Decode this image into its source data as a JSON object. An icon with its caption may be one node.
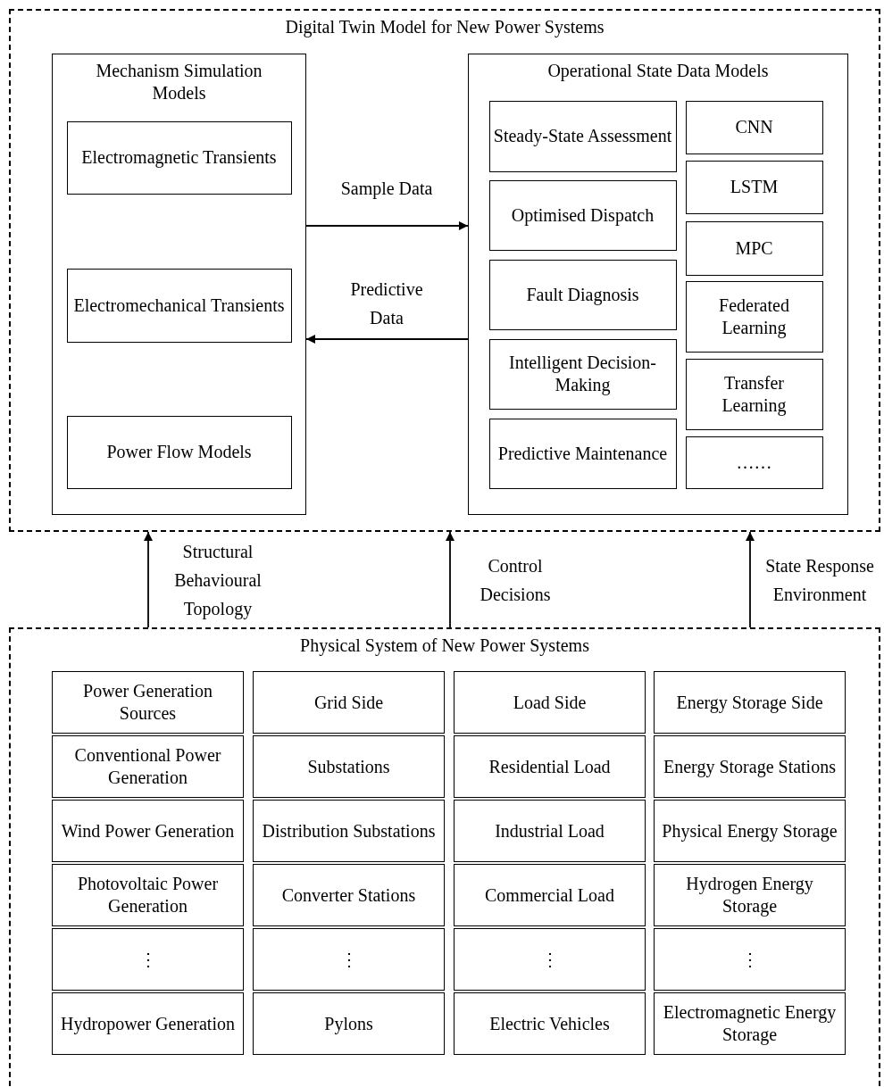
{
  "diagram": {
    "nodes": [
      {
        "text": [
          "Digital Twin Model for New Power Systems"
        ]
      },
      {
        "text": [
          "Mechanism Simulation Models"
        ],
        "in": 0
      },
      {
        "text": [
          "Electromagnetic Transients"
        ],
        "in": 1
      },
      {
        "text": [
          "Electromechanical Transients"
        ],
        "in": 1
      },
      {
        "text": [
          "Power Flow Models"
        ],
        "in": 1
      },
      {
        "text": [
          "Operational State Data Models"
        ],
        "in": 0
      },
      {
        "text": [
          "Steady-State Assessment"
        ],
        "in": 5
      },
      {
        "text": [
          "Optimised Dispatch"
        ],
        "in": 5
      },
      {
        "text": [
          "Fault Diagnosis"
        ],
        "in": 5
      },
      {
        "text": [
          "Intelligent Decision-Making"
        ],
        "in": 5
      },
      {
        "text": [
          "Predictive Maintenance"
        ],
        "in": 5
      },
      {
        "text": [
          "CNN"
        ],
        "in": 5
      },
      {
        "text": [
          "LSTM"
        ],
        "in": 5
      },
      {
        "text": [
          "MPC"
        ],
        "in": 5
      },
      {
        "text": [
          "Federated Learning"
        ],
        "in": 5
      },
      {
        "text": [
          "Transfer Learning"
        ],
        "in": 5
      },
      {
        "text": [
          "……"
        ],
        "in": 5
      },
      {
        "text": [
          "Physical System of New Power Systems"
        ]
      },
      {
        "text": [
          "Power Generation Sources"
        ],
        "in": 17
      },
      {
        "text": [
          "Grid Side"
        ],
        "in": 17
      },
      {
        "text": [
          "Load Side"
        ],
        "in": 17
      },
      {
        "text": [
          "Energy Storage Side"
        ],
        "in": 17
      },
      {
        "text": [
          "Conventional Power Generation"
        ],
        "in": 17
      },
      {
        "text": [
          "Substations"
        ],
        "in": 17
      },
      {
        "text": [
          "Residential Load"
        ],
        "in": 17
      },
      {
        "text": [
          "Energy Storage Stations"
        ],
        "in": 17
      },
      {
        "text": [
          "Wind Power Generation"
        ],
        "in": 17
      },
      {
        "text": [
          "Distribution Substations"
        ],
        "in": 17
      },
      {
        "text": [
          "Industrial Load"
        ],
        "in": 17
      },
      {
        "text": [
          "Physical Energy Storage"
        ],
        "in": 17
      },
      {
        "text": [
          "Photovoltaic Power Generation"
        ],
        "in": 17
      },
      {
        "text": [
          "Converter Stations"
        ],
        "in": 17
      },
      {
        "text": [
          "Commercial Load"
        ],
        "in": 17
      },
      {
        "text": [
          "Hydrogen Energy Storage"
        ],
        "in": 17
      },
      {
        "text": [
          "⋮"
        ],
        "in": 17
      },
      {
        "text": [
          "⋮"
        ],
        "in": 17
      },
      {
        "text": [
          "⋮"
        ],
        "in": 17
      },
      {
        "text": [
          "⋮"
        ],
        "in": 17
      },
      {
        "text": [
          "Hydropower Generation"
        ],
        "in": 17
      },
      {
        "text": [
          "Pylons"
        ],
        "in": 17
      },
      {
        "text": [
          "Electric Vehicles"
        ],
        "in": 17
      },
      {
        "text": [
          "Electromagnetic Energy Storage"
        ],
        "in": 17
      }
    ],
    "edges": [
      {
        "from": 1,
        "to": 5,
        "arrow": "to",
        "label": "Sample Data"
      },
      {
        "from": 5,
        "to": 1,
        "arrow": "to",
        "label": "Predictive Data"
      },
      {
        "from": 17,
        "to": 0,
        "arrow": "to",
        "label": "Structural Behavioural Topology"
      },
      {
        "from": 17,
        "to": 0,
        "arrow": "to",
        "label": "Control Decisions"
      },
      {
        "from": 17,
        "to": 0,
        "arrow": "to",
        "label": "State Response Environment"
      }
    ]
  }
}
